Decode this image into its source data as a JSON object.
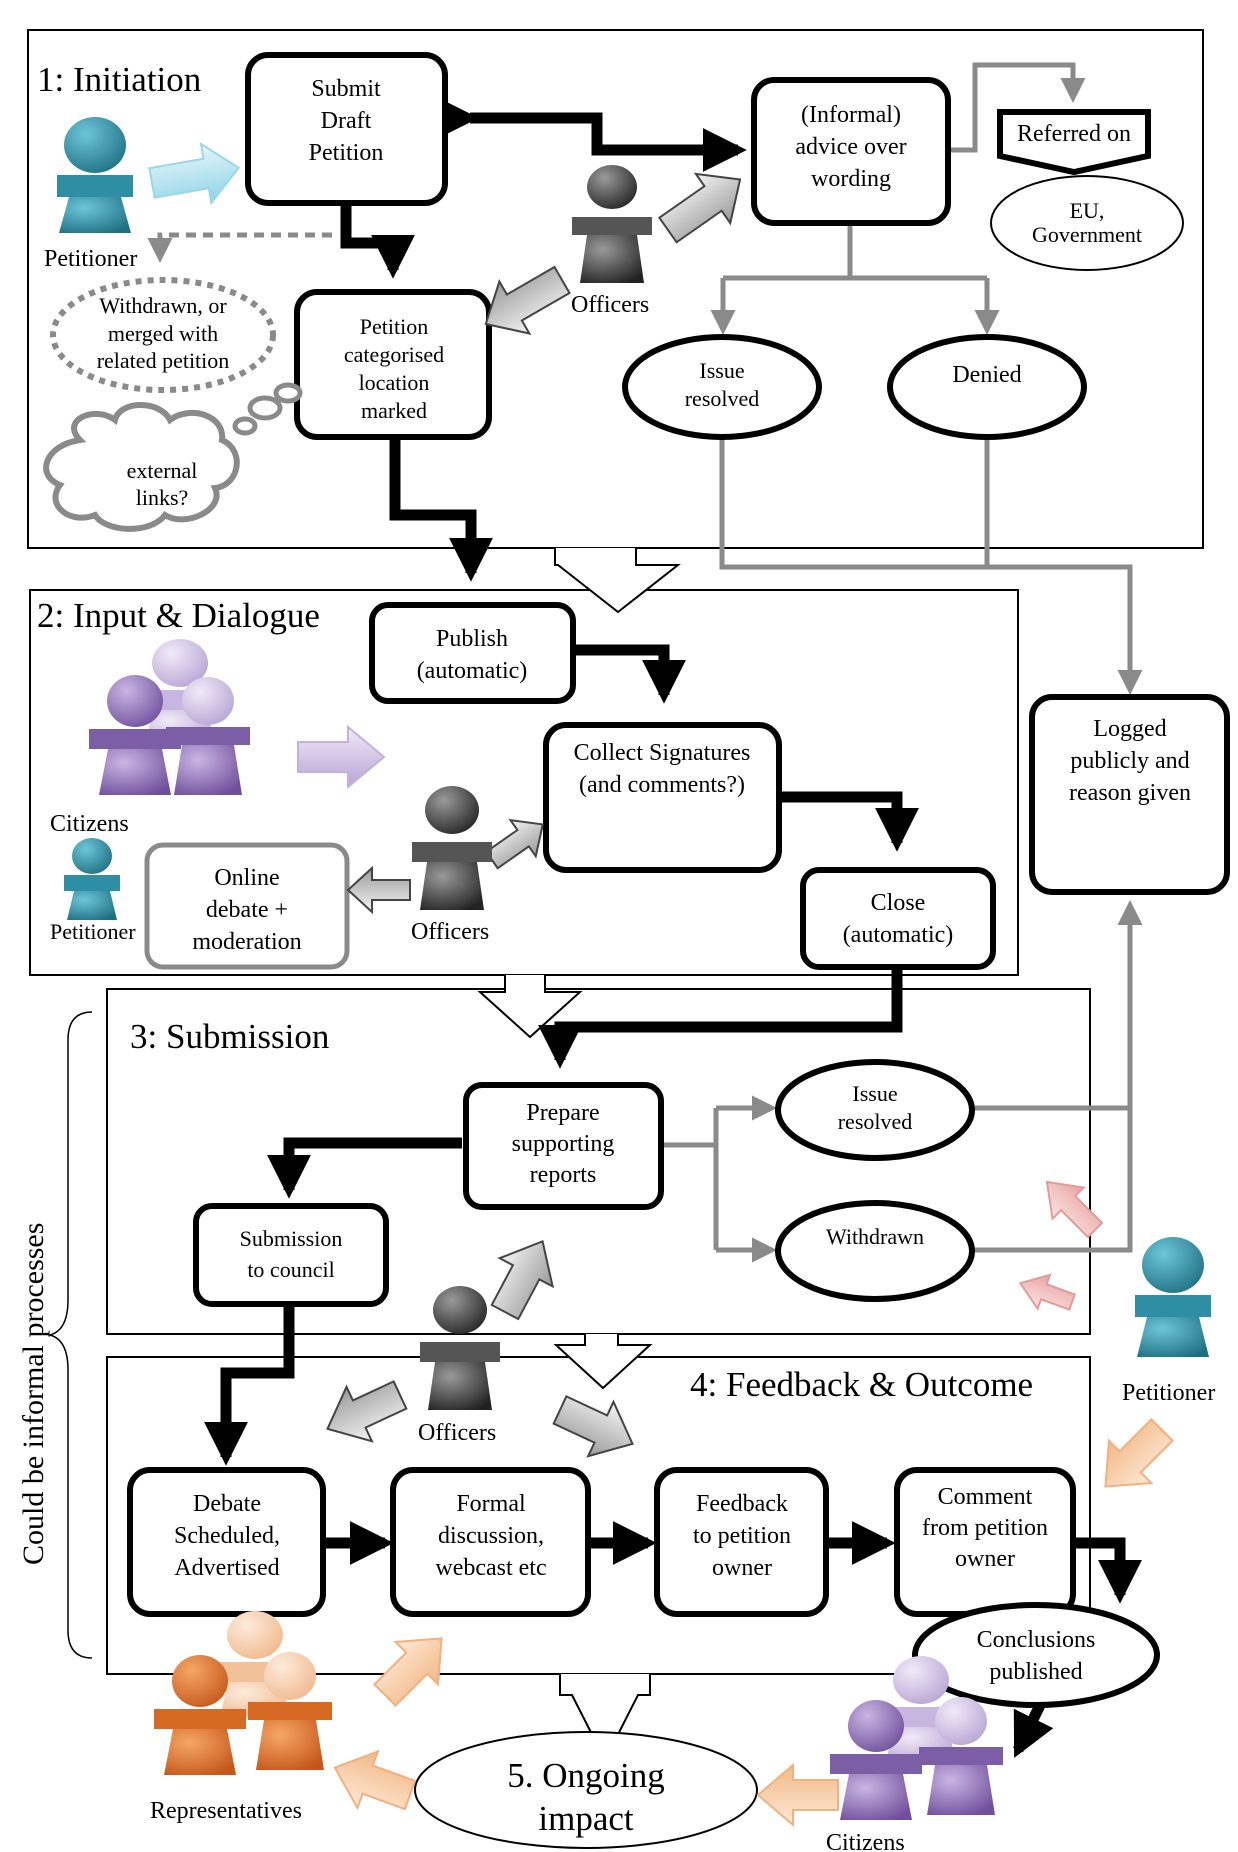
{
  "phases": {
    "initiation": "1: Initiation",
    "input_dialogue": "2: Input & Dialogue",
    "submission": "3: Submission",
    "feedback_outcome": "4: Feedback & Outcome",
    "ongoing_impact": [
      "5. Ongoing",
      "impact"
    ]
  },
  "side_label": "Could be informal processes",
  "actors": {
    "petitioner": "Petitioner",
    "officers": "Officers",
    "citizens": "Citizens",
    "representatives": "Representatives"
  },
  "nodes": {
    "submit_draft": [
      "Submit",
      "Draft",
      "Petition"
    ],
    "informal_advice": [
      "(Informal)",
      "advice over",
      "wording"
    ],
    "referred_on": "Referred on",
    "eu_government": [
      "EU,",
      "Government"
    ],
    "withdrawn_merged": [
      "Withdrawn, or",
      "merged with",
      "related petition"
    ],
    "petition_categorised": [
      "Petition",
      "categorised",
      "location",
      "marked"
    ],
    "issue_resolved_1": [
      "Issue",
      "resolved"
    ],
    "denied": "Denied",
    "external_links": [
      "external",
      "links?"
    ],
    "publish": [
      "Publish",
      "(automatic)"
    ],
    "collect_signatures": [
      "Collect Signatures",
      "(and comments?)"
    ],
    "logged_publicly": [
      "Logged",
      "publicly and",
      "reason given"
    ],
    "online_debate": [
      "Online",
      "debate +",
      "moderation"
    ],
    "close": [
      "Close",
      "(automatic)"
    ],
    "prepare_reports": [
      "Prepare",
      "supporting",
      "reports"
    ],
    "issue_resolved_2": [
      "Issue",
      "resolved"
    ],
    "withdrawn": "Withdrawn",
    "submission_council": [
      "Submission",
      "to council"
    ],
    "debate_scheduled": [
      "Debate",
      "Scheduled,",
      "Advertised"
    ],
    "formal_discussion": [
      "Formal",
      "discussion,",
      "webcast etc"
    ],
    "feedback_owner": [
      "Feedback",
      "to petition",
      "owner"
    ],
    "comment_owner": [
      "Comment",
      "from petition",
      "owner"
    ],
    "conclusions_published": [
      "Conclusions",
      "published"
    ]
  },
  "colors": {
    "petitioner_teal": "#2e8fa4",
    "officer_grey": "#4a4a4a",
    "citizen_purple": "#8a6bb0",
    "representative_orange": "#e07a2a",
    "grey_line": "#8a8a8a"
  }
}
